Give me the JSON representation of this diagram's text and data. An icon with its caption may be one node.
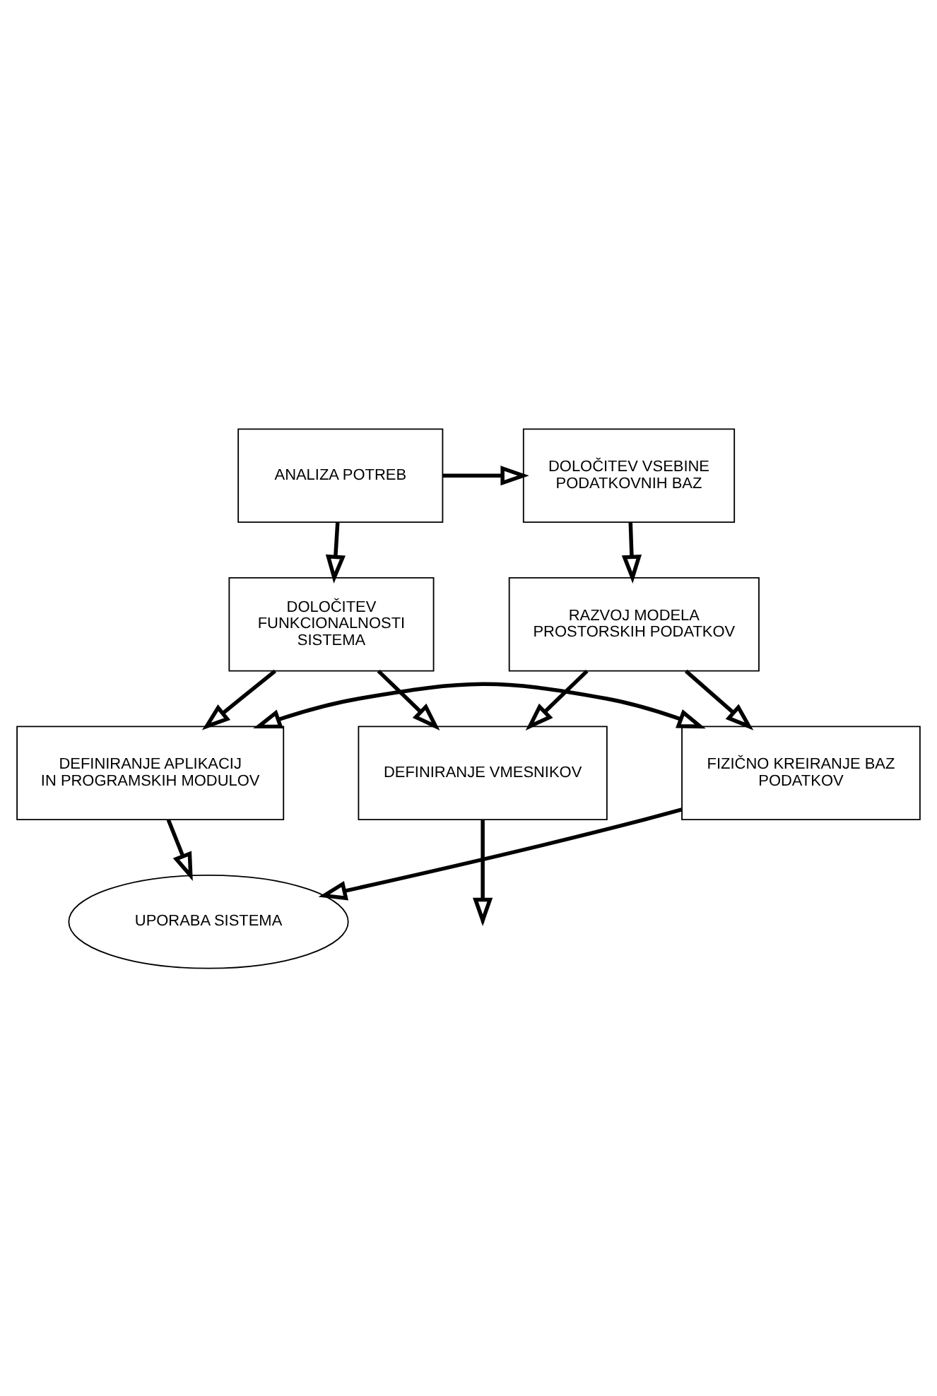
{
  "diagram": {
    "nodes": [
      {
        "text": [
          "ANALIZA POTREB"
        ]
      },
      {
        "text": [
          "DOLOČITEV VSEBINE PODATKOVNIH BAZ"
        ]
      },
      {
        "text": [
          "DOLOČITEV FUNKCIONALNOSTI SISTEMA"
        ]
      },
      {
        "text": [
          "RAZVOJ MODELA PROSTORSKIH PODATKOV"
        ]
      },
      {
        "text": [
          "DEFINIRANJE VMESNIKOV"
        ]
      },
      {
        "text": [
          "DEFINIRANJE APLIKACIJ IN PROGRAMSKIH MODULOV"
        ]
      },
      {
        "text": [
          "FIZIČNO KREIRANJE BAZ PODATKOV"
        ]
      },
      {
        "text": [
          "UPORABA SISTEMA"
        ]
      }
    ],
    "edges": [
      {
        "from": 0,
        "to": 1,
        "arrow": "to"
      },
      {
        "from": 0,
        "to": 2,
        "arrow": "to"
      },
      {
        "from": 1,
        "to": 3,
        "arrow": "to"
      },
      {
        "from": 2,
        "to": 5,
        "arrow": "to"
      },
      {
        "from": 2,
        "to": 4,
        "arrow": "to"
      },
      {
        "from": 3,
        "to": 4,
        "arrow": "to"
      },
      {
        "from": 3,
        "to": 6,
        "arrow": "to"
      },
      {
        "from": 4,
        "to": null,
        "arrow": "to"
      },
      {
        "from": 5,
        "to": 6,
        "arrow": "both"
      },
      {
        "from": 5,
        "to": 7,
        "arrow": "to"
      },
      {
        "from": 6,
        "to": 7,
        "arrow": "to"
      }
    ]
  }
}
